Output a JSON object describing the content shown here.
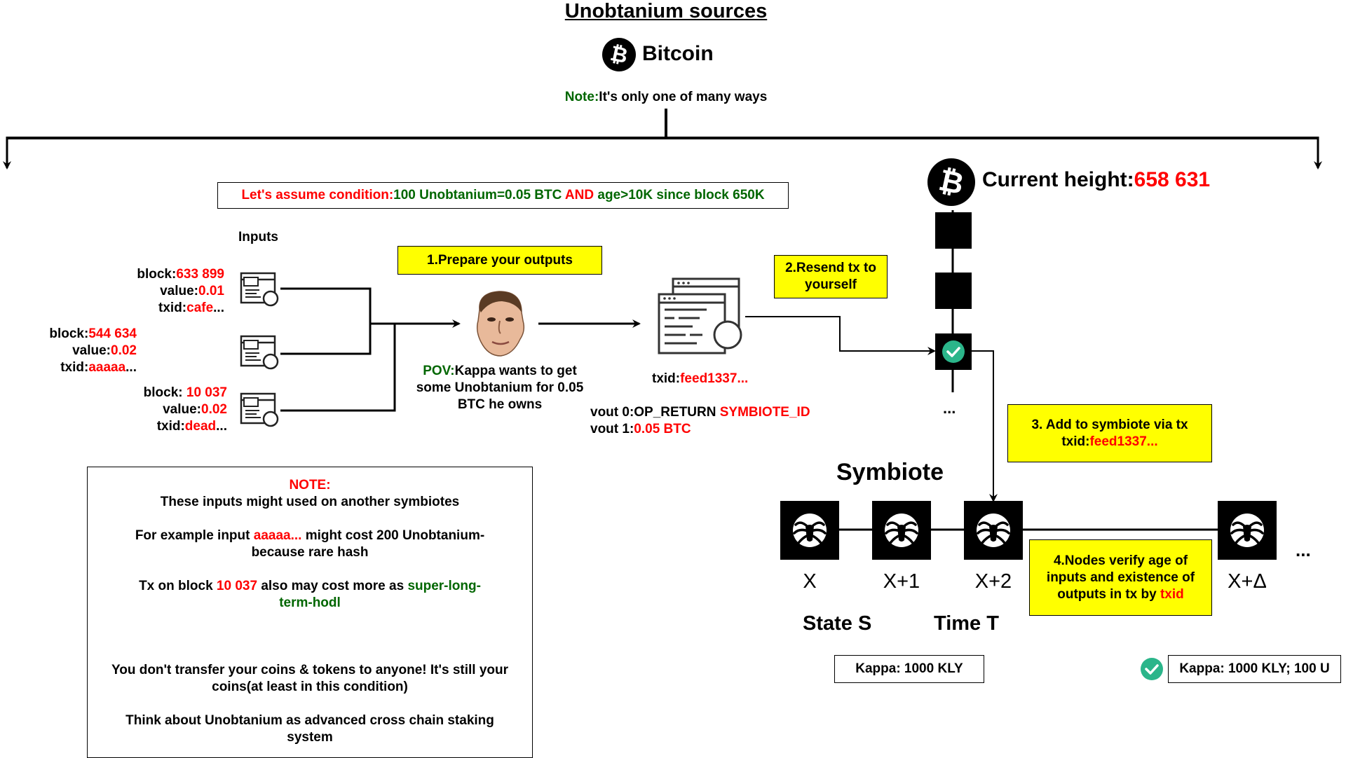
{
  "title": "Unobtanium sources",
  "bitcoin_label": "Bitcoin",
  "note": {
    "prefix": "Note:",
    "text": "It's only one of many ways"
  },
  "condition": {
    "prefix": "Let's assume condition:",
    "part1": "100 Unobtanium=0.05 BTC",
    "and": " AND ",
    "part2": "age>10K since block 650K"
  },
  "inputs_title": "Inputs",
  "inputs": [
    {
      "block_key": "block:",
      "block_val": "633 899",
      "value_key": "value:",
      "value_val": "0.01",
      "txid_key": "txid:",
      "txid_val": "cafe",
      "ellipsis": "..."
    },
    {
      "block_key": "block:",
      "block_val": "544 634",
      "value_key": "value:",
      "value_val": "0.02",
      "txid_key": "txid:",
      "txid_val": "aaaaa",
      "ellipsis": "..."
    },
    {
      "block_key": "block: ",
      "block_val": "10 037",
      "value_key": "value:",
      "value_val": "0.02",
      "txid_key": "txid:",
      "txid_val": "dead",
      "ellipsis": "..."
    }
  ],
  "steps": {
    "step1": "1.Prepare your outputs",
    "step2": "2.Resend tx to yourself",
    "step3_line1": "3. Add to symbiote via tx",
    "step3_prefix": "txid:",
    "step3_val": "feed1337...",
    "step4_text": "4.Nodes verify age of inputs and existence of outputs in tx by ",
    "step4_val": "txid"
  },
  "pov": {
    "prefix": "POV:",
    "text": "Kappa wants to get some Unobtanium for 0.05 BTC he owns"
  },
  "tx": {
    "txid_key": "txid:",
    "txid_val": "feed1337...",
    "vout0_key": "vout 0:OP_RETURN ",
    "vout0_val": "SYMBIOTE_ID",
    "vout1_key": "vout 1:",
    "vout1_val": "0.05 BTC"
  },
  "current_height": {
    "label": "Current height:",
    "value": "658 631"
  },
  "chain_ellipsis": "...",
  "symbiote": {
    "title": "Symbiote",
    "nodes": [
      "X",
      "X+1",
      "X+2",
      "X+Δ"
    ],
    "trailing_ellipsis": "...",
    "state_label": "State S",
    "time_label": "Time T",
    "balance_before": "Kappa: 1000 KLY",
    "balance_after": "Kappa: 1000 KLY; 100 U"
  },
  "note_box": {
    "heading": "NOTE:",
    "line1": "These inputs might used on another symbiotes",
    "ex_pre": "For example input ",
    "ex_val": "aaaaa...",
    "ex_post": " might cost 200 Unobtanium- because rare hash",
    "tx_pre": "Tx on block ",
    "tx_val": "10 037",
    "tx_mid": " also may cost more as ",
    "tx_green": "super-long-term-hodl",
    "transfer": "You don't transfer your coins & tokens to anyone! It's still your coins(at least in this condition)",
    "think": "Think about Unobtanium as advanced cross chain staking system"
  },
  "colors": {
    "red": "#ff0000",
    "green": "#006600",
    "yellow": "#ffff00",
    "check": "#2bb58a"
  }
}
